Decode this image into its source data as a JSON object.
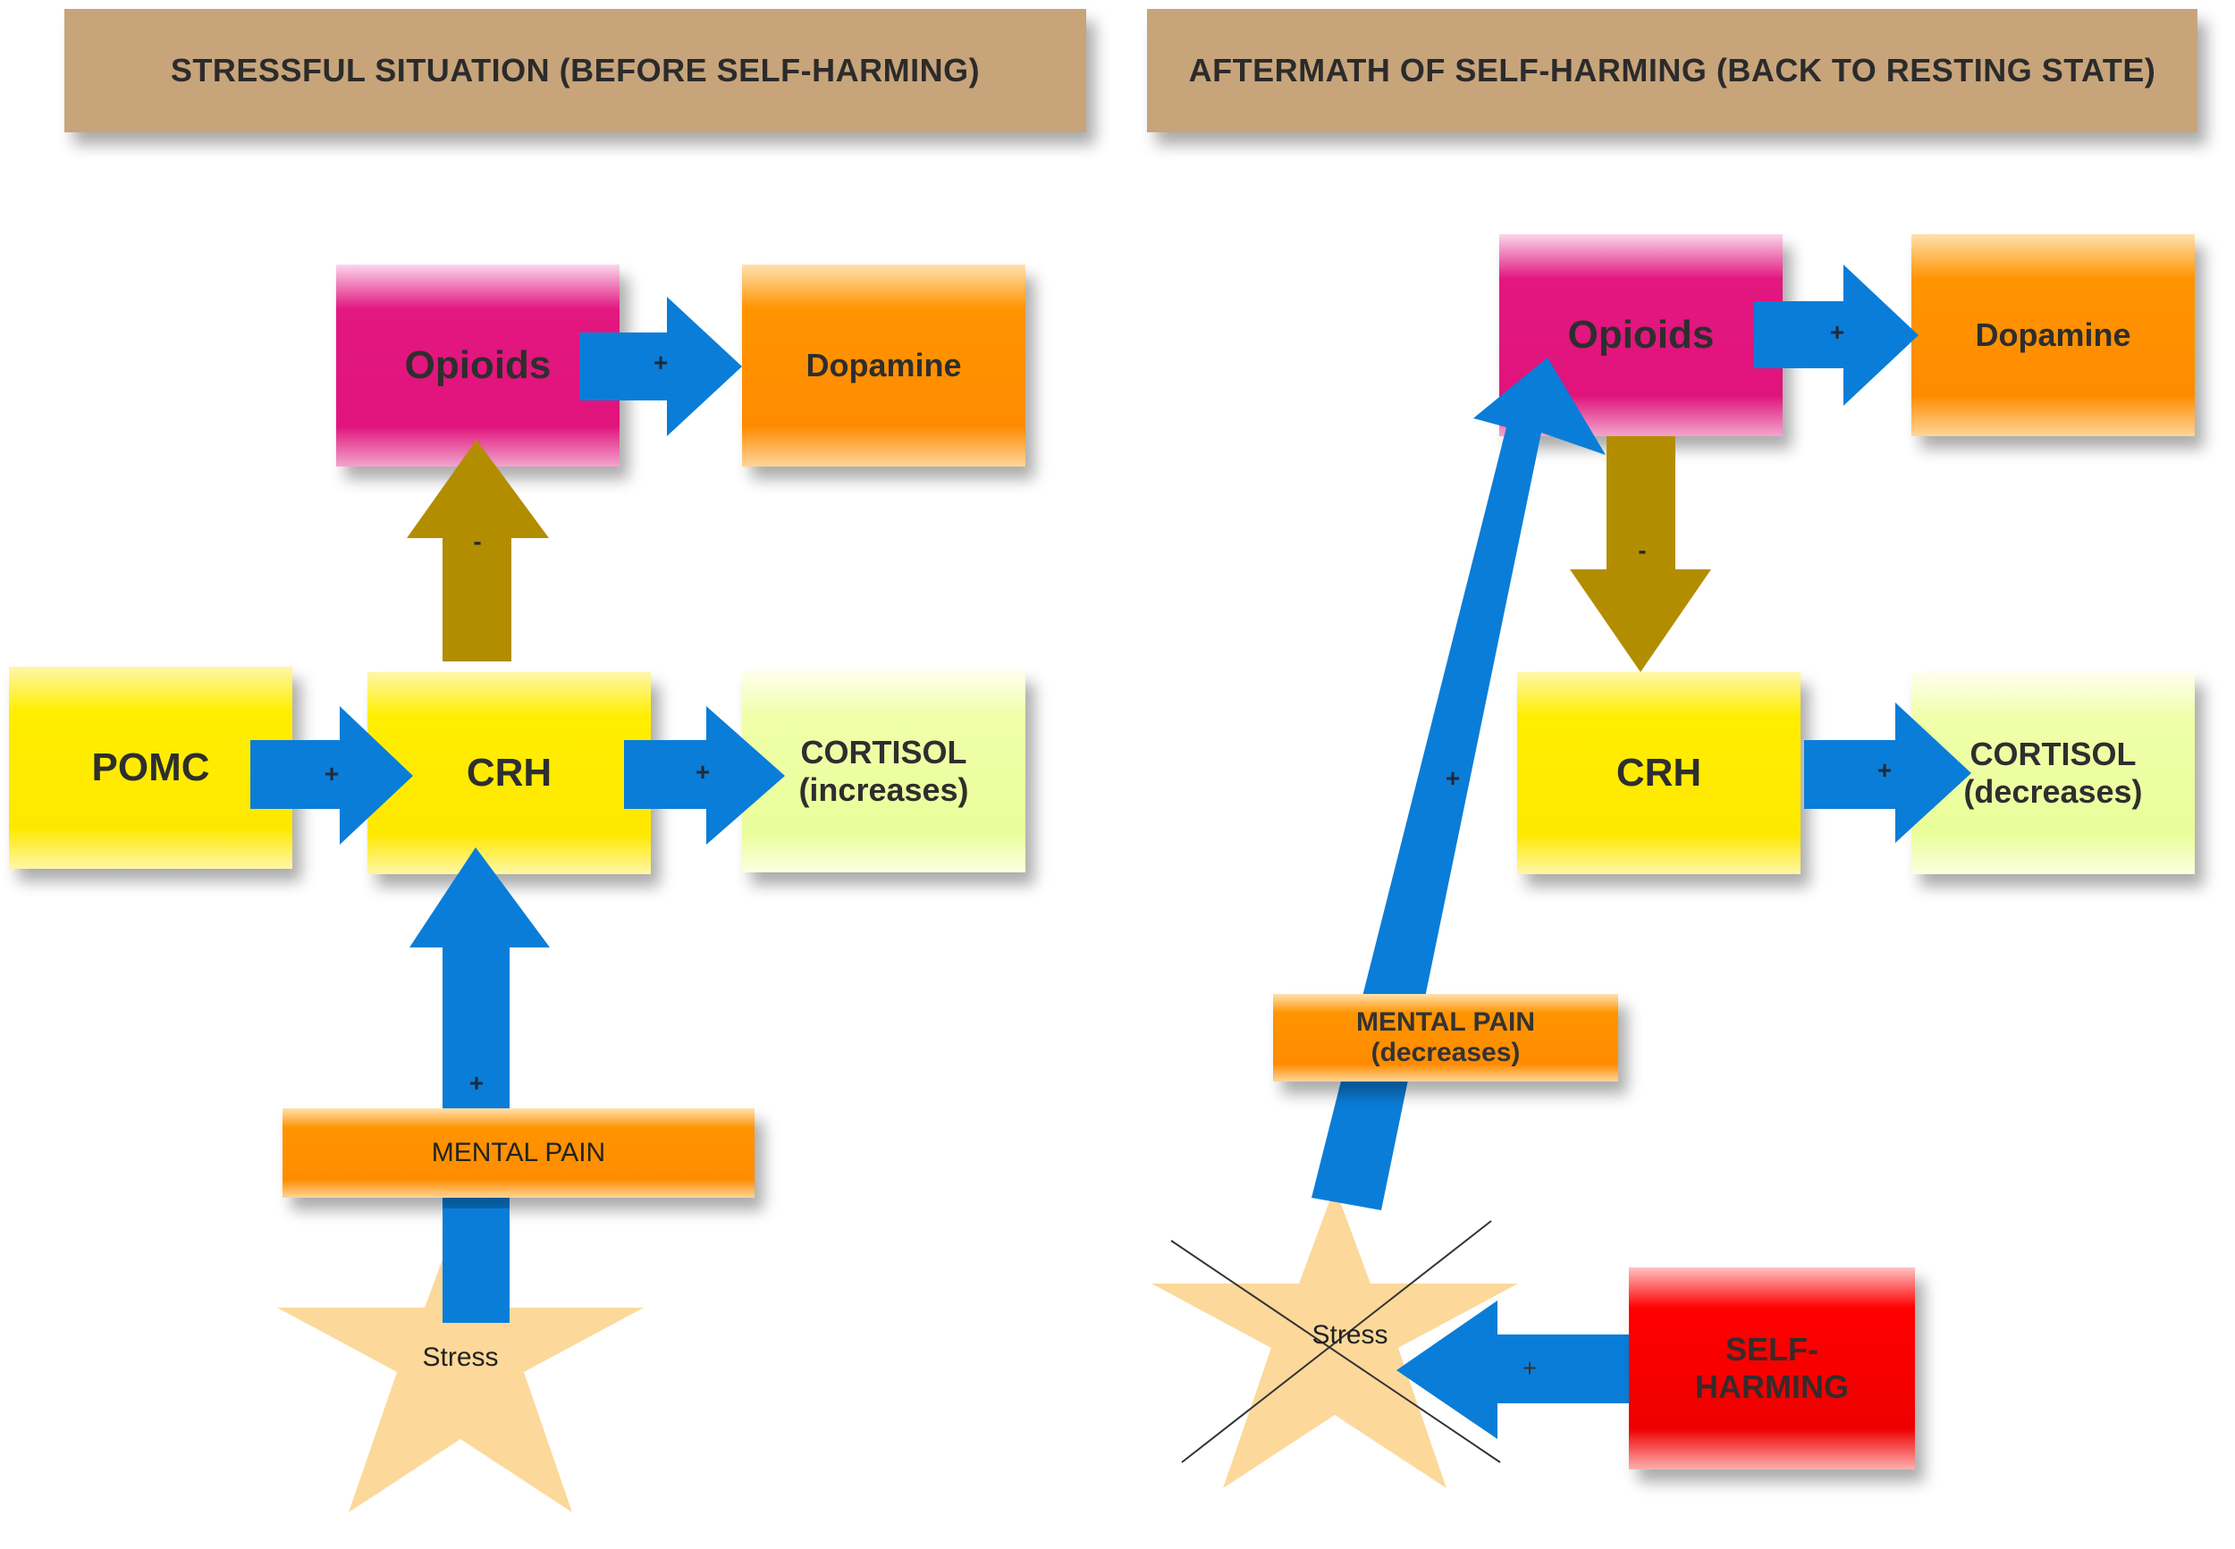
{
  "headers": {
    "left": "STRESSFUL SITUATION (BEFORE SELF-HARMING)",
    "right": "AFTERMATH OF SELF-HARMING (BACK TO RESTING STATE)"
  },
  "left_panel": {
    "opioids": "Opioids",
    "dopamine": "Dopamine",
    "pomc": "POMC",
    "crh": "CRH",
    "cortisol_line1": "CORTISOL",
    "cortisol_line2": "(increases)",
    "mental_pain": "MENTAL PAIN",
    "stress": "Stress",
    "sign_opioids_dopamine": "+",
    "sign_crh_opioids": "-",
    "sign_pomc_crh": "+",
    "sign_crh_cortisol": "+",
    "sign_stress_crh": "+"
  },
  "right_panel": {
    "opioids": "Opioids",
    "dopamine": "Dopamine",
    "crh": "CRH",
    "cortisol_line1": "CORTISOL",
    "cortisol_line2": "(decreases)",
    "mental_pain_line1": "MENTAL PAIN",
    "mental_pain_line2": "(decreases)",
    "stress": "Stress",
    "self_harming_line1": "SELF-",
    "self_harming_line2": "HARMING",
    "sign_opioids_dopamine": "+",
    "sign_opioids_crh": "-",
    "sign_crh_cortisol": "+",
    "sign_stress_opioids": "+",
    "sign_selfharm_stress": "+"
  },
  "colors": {
    "arrow_blue": "#0a7dd8",
    "arrow_olive": "#b38d00",
    "star_fill": "#fcd99a",
    "header_fill": "#c8a47a"
  }
}
